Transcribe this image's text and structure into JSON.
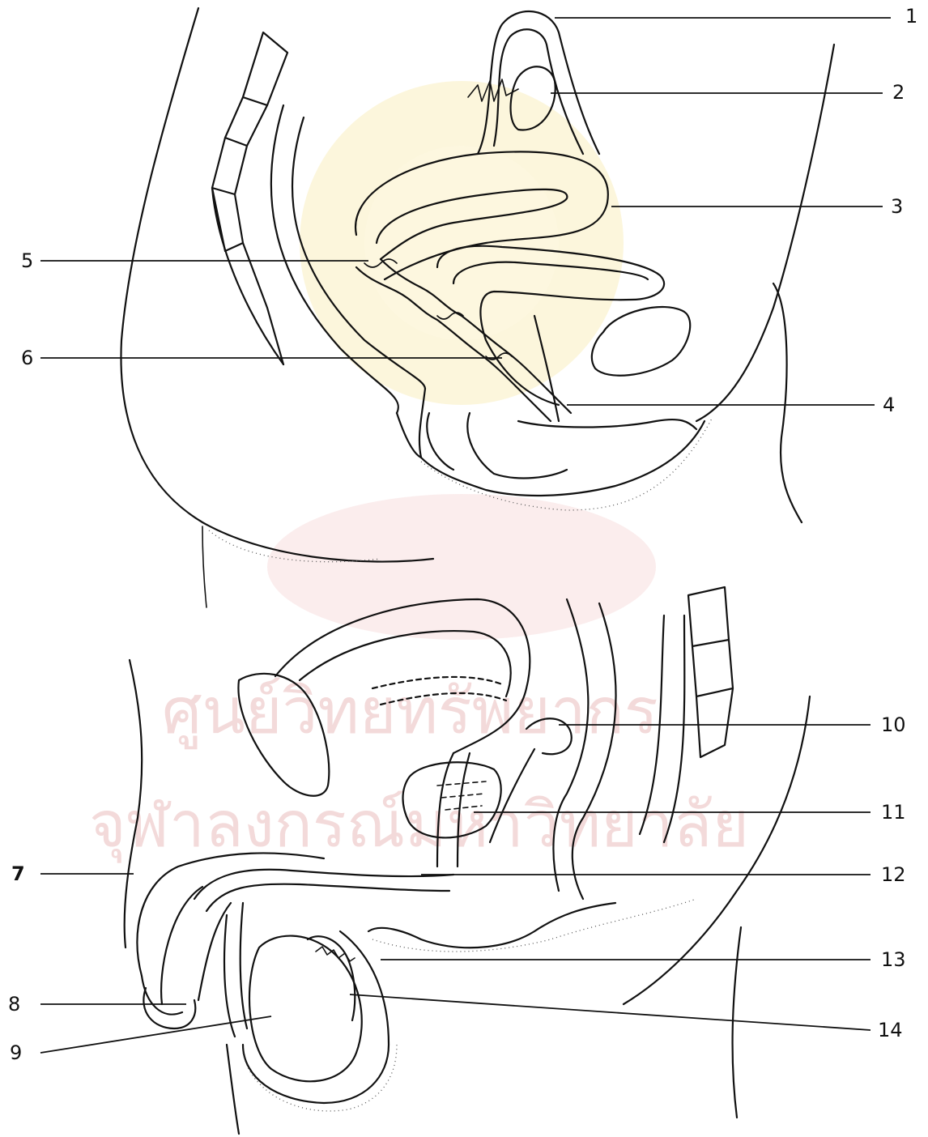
{
  "watermark": {
    "line1": "ศูนย์วิทยทรัพยากร",
    "line2": "จุฬาลงกรณ์มหาวิทยาลัย",
    "color": "#f3dada",
    "emblem_color": "#fbf1c9"
  },
  "labels": {
    "l1": "1",
    "l2": "2",
    "l3": "3",
    "l4": "4",
    "l5": "5",
    "l6": "6",
    "l7": "7",
    "l8": "8",
    "l9": "9",
    "l10": "10",
    "l11": "11",
    "l12": "12",
    "l13": "13",
    "l14": "14"
  }
}
